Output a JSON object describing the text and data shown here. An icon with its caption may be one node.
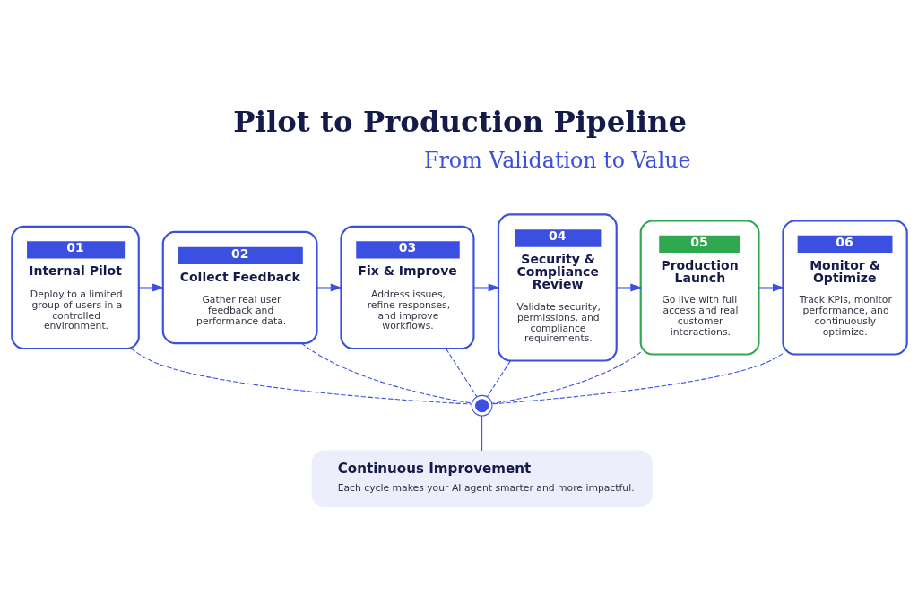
{
  "diagram": {
    "title": "Pilot to Production Pipeline",
    "nodes": [
      {
        "text": [
          "01",
          "Internal Pilot",
          "Deploy to a limited group of users in a controlled environment."
        ]
      },
      {
        "text": [
          "02",
          "Collect Feedback",
          "Gather real user feedback and performance data."
        ]
      },
      {
        "text": [
          "03",
          "Fix & Improve",
          "Address issues, refine responses, and improve workflows."
        ]
      },
      {
        "text": [
          "04",
          "Security & Compliance Review",
          "Validate security, permissions, and compliance requirements."
        ]
      },
      {
        "text": [
          "05",
          "Production Launch",
          "Go live with full access and real customer interactions."
        ]
      },
      {
        "text": [
          "06",
          "Monitor & Optimize",
          "Track KPIs, monitor performance, and continuously optimize."
        ]
      },
      {
        "text": [],
        "shape": "circle"
      },
      {
        "text": [
          "Continuous Improvement",
          "Each cycle makes your AI agent smarter and more impactful."
        ]
      }
    ],
    "edges": [
      {
        "from": 0,
        "to": 1,
        "arrow": "to"
      },
      {
        "from": 1,
        "to": 2,
        "arrow": "to"
      },
      {
        "from": 2,
        "to": 3,
        "arrow": "to"
      },
      {
        "from": 3,
        "to": 4,
        "arrow": "to"
      },
      {
        "from": 4,
        "to": 5,
        "arrow": "to"
      },
      {
        "from": 0,
        "to": 6,
        "arrow": "none",
        "style": "dashed"
      },
      {
        "from": 1,
        "to": 6,
        "arrow": "none",
        "style": "dashed"
      },
      {
        "from": 2,
        "to": 6,
        "arrow": "none",
        "style": "dashed"
      },
      {
        "from": 3,
        "to": 6,
        "arrow": "none",
        "style": "dashed"
      },
      {
        "from": 4,
        "to": 6,
        "arrow": "none",
        "style": "dashed"
      },
      {
        "from": 5,
        "to": 6,
        "arrow": "none",
        "style": "dashed"
      },
      {
        "from": 6,
        "to": 7,
        "arrow": "none"
      }
    ],
    "labels": [
      "From Validation to Value"
    ]
  }
}
